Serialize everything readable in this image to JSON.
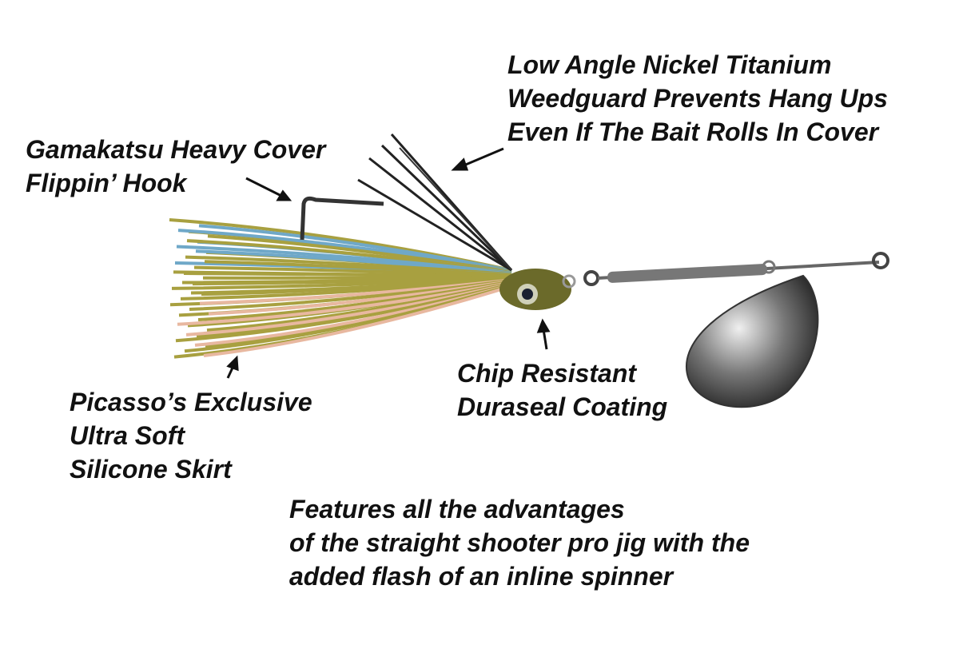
{
  "callouts": {
    "weedguard": [
      "Low Angle Nickel Titanium",
      "Weedguard Prevents Hang Ups",
      "Even If The Bait Rolls In Cover"
    ],
    "hook": [
      "Gamakatsu Heavy Cover",
      "Flippin’ Hook"
    ],
    "coating": [
      "Chip Resistant",
      "Duraseal Coating"
    ],
    "skirt": [
      "Picasso’s Exclusive",
      "Ultra Soft",
      "Silicone Skirt"
    ],
    "features": [
      "Features all the advantages",
      "of the straight shooter pro jig with the",
      "added flash of an inline spinner"
    ]
  },
  "colors": {
    "text": "#111111",
    "skirt_green": "#a8a040",
    "skirt_blue": "#6fa8c8",
    "skirt_pink": "#e8b8a0",
    "blade": "#555555"
  }
}
